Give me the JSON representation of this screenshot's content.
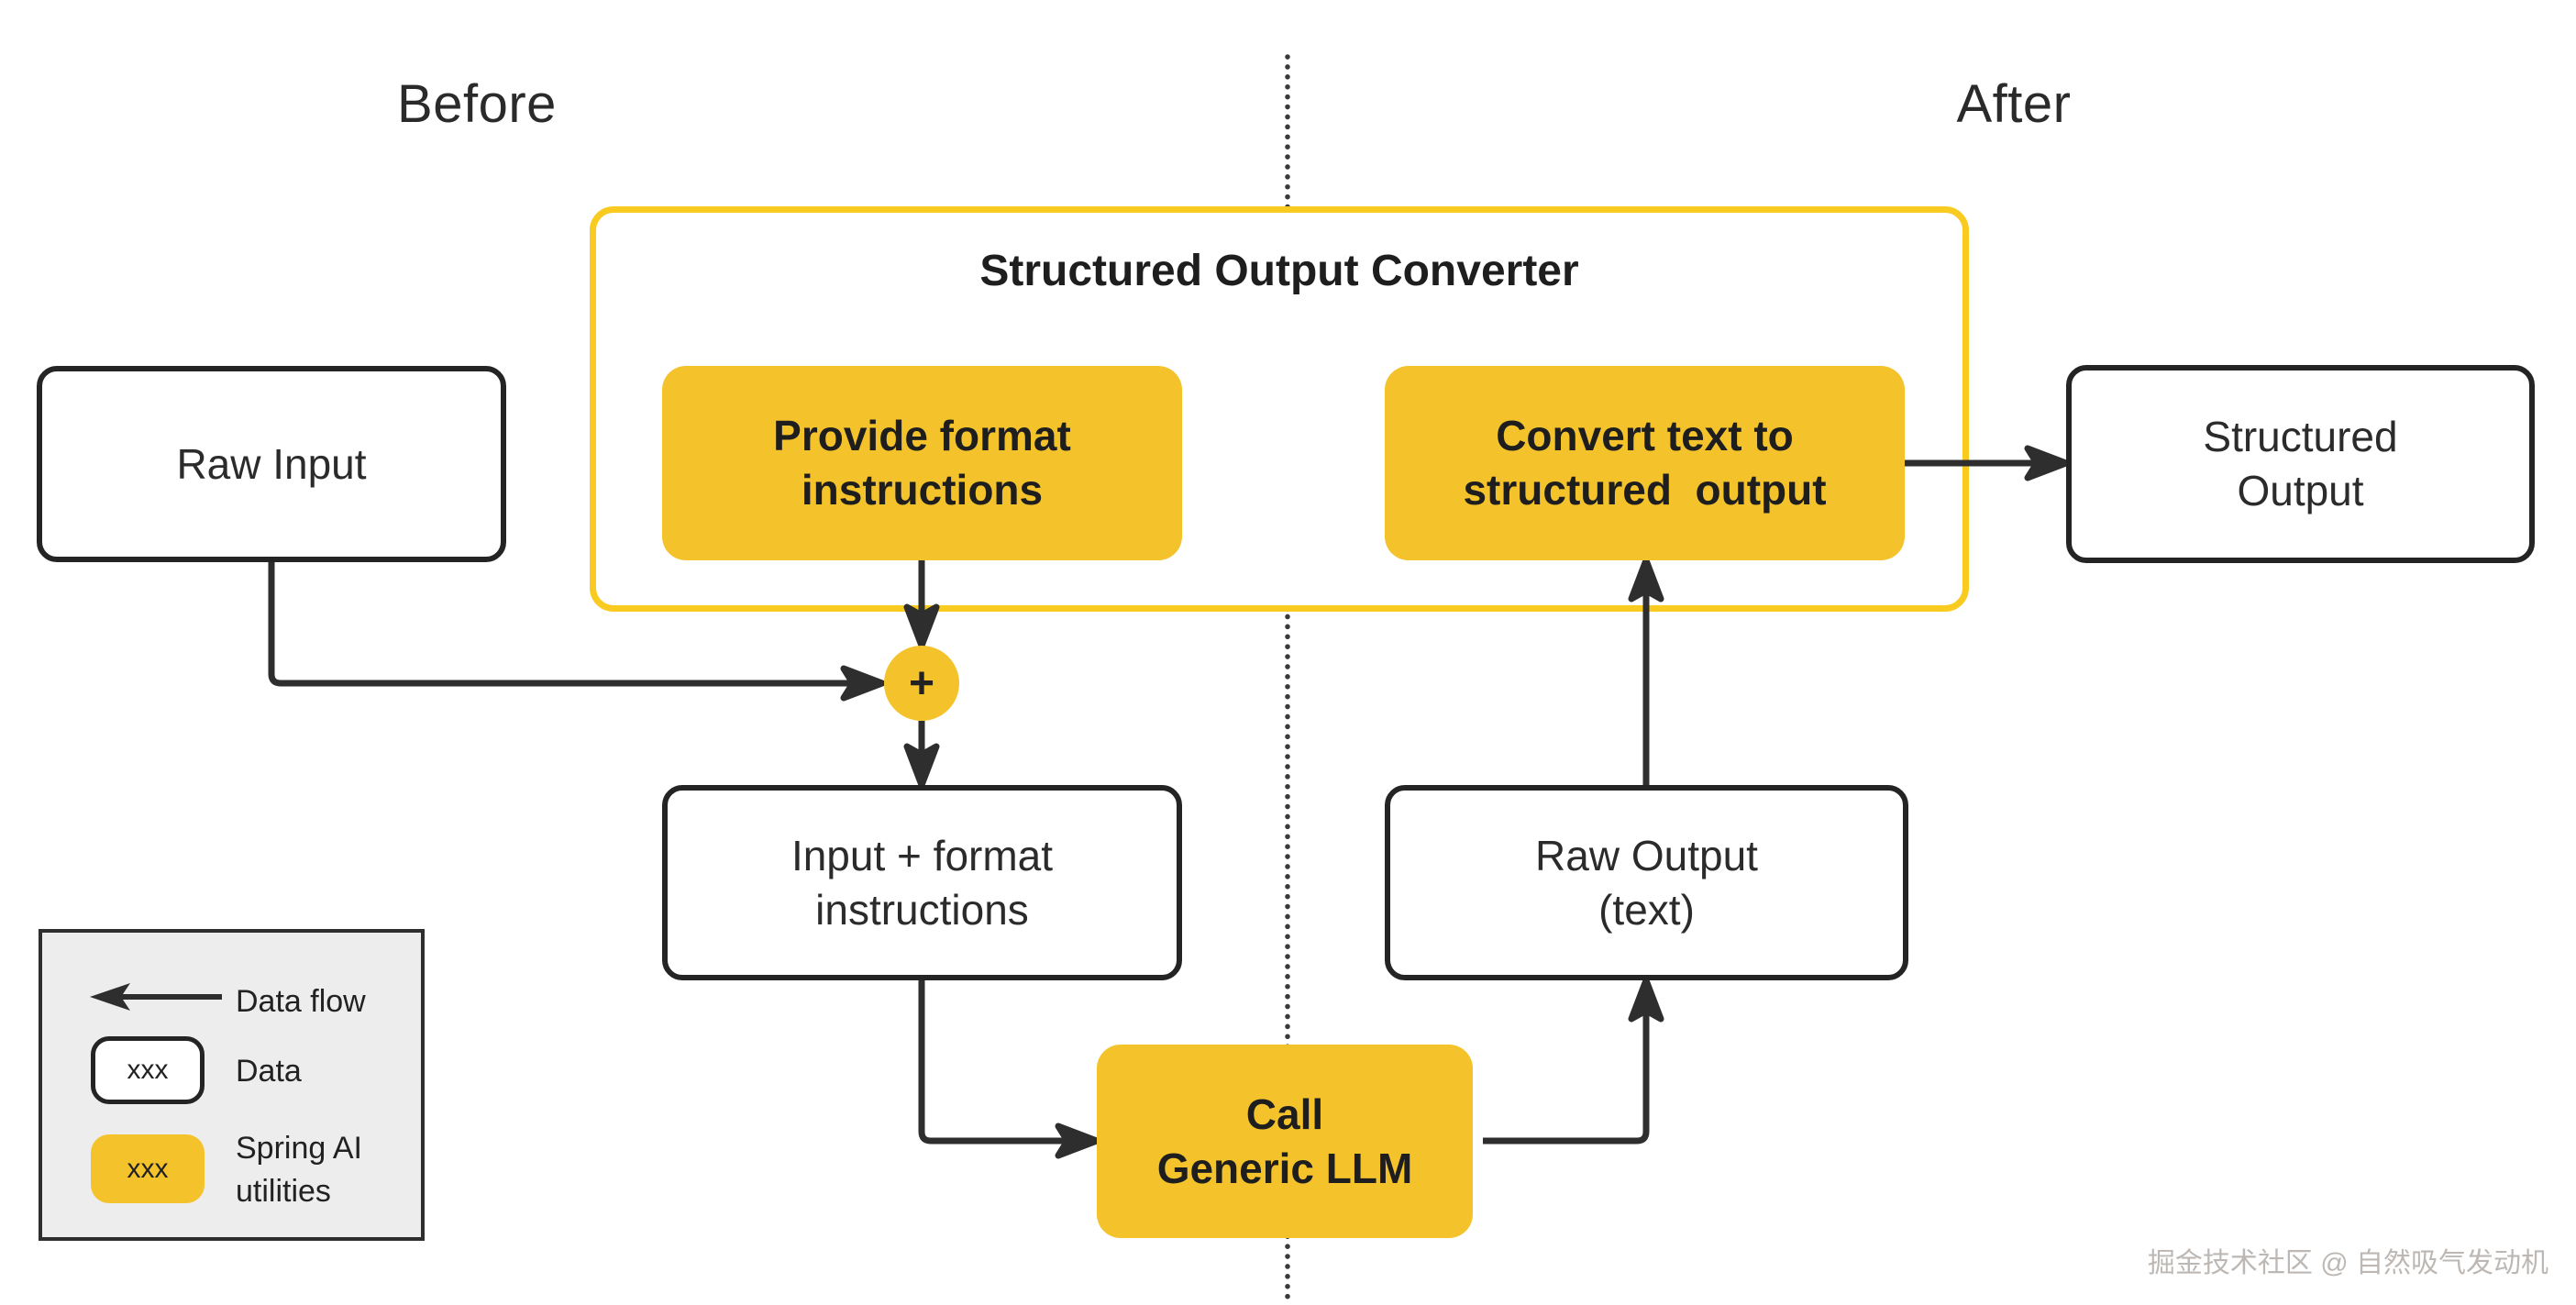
{
  "sections": {
    "before": "Before",
    "after": "After"
  },
  "converter": {
    "title": "Structured Output Converter"
  },
  "nodes": {
    "raw_input": "Raw Input",
    "provide_format": "Provide format\ninstructions",
    "convert_text": "Convert text to\nstructured  output",
    "structured_output": "Structured\nOutput",
    "merge_plus": "+",
    "input_format": "Input + format\ninstructions",
    "raw_output": "Raw Output\n(text)",
    "call_llm": "Call\nGeneric LLM"
  },
  "legend": {
    "arrow_label": "Data flow",
    "data_swatch_text": "xxx",
    "data_label": "Data",
    "spring_swatch_text": "xxx",
    "spring_label": "Spring AI\nutilities"
  },
  "watermark": "掘金技术社区 @ 自然吸气发动机",
  "colors": {
    "utility_yellow": "#F4C32B",
    "container_border_yellow": "#F9CB21",
    "line_dark": "#2E2E2E",
    "legend_background": "#EDEDED"
  }
}
